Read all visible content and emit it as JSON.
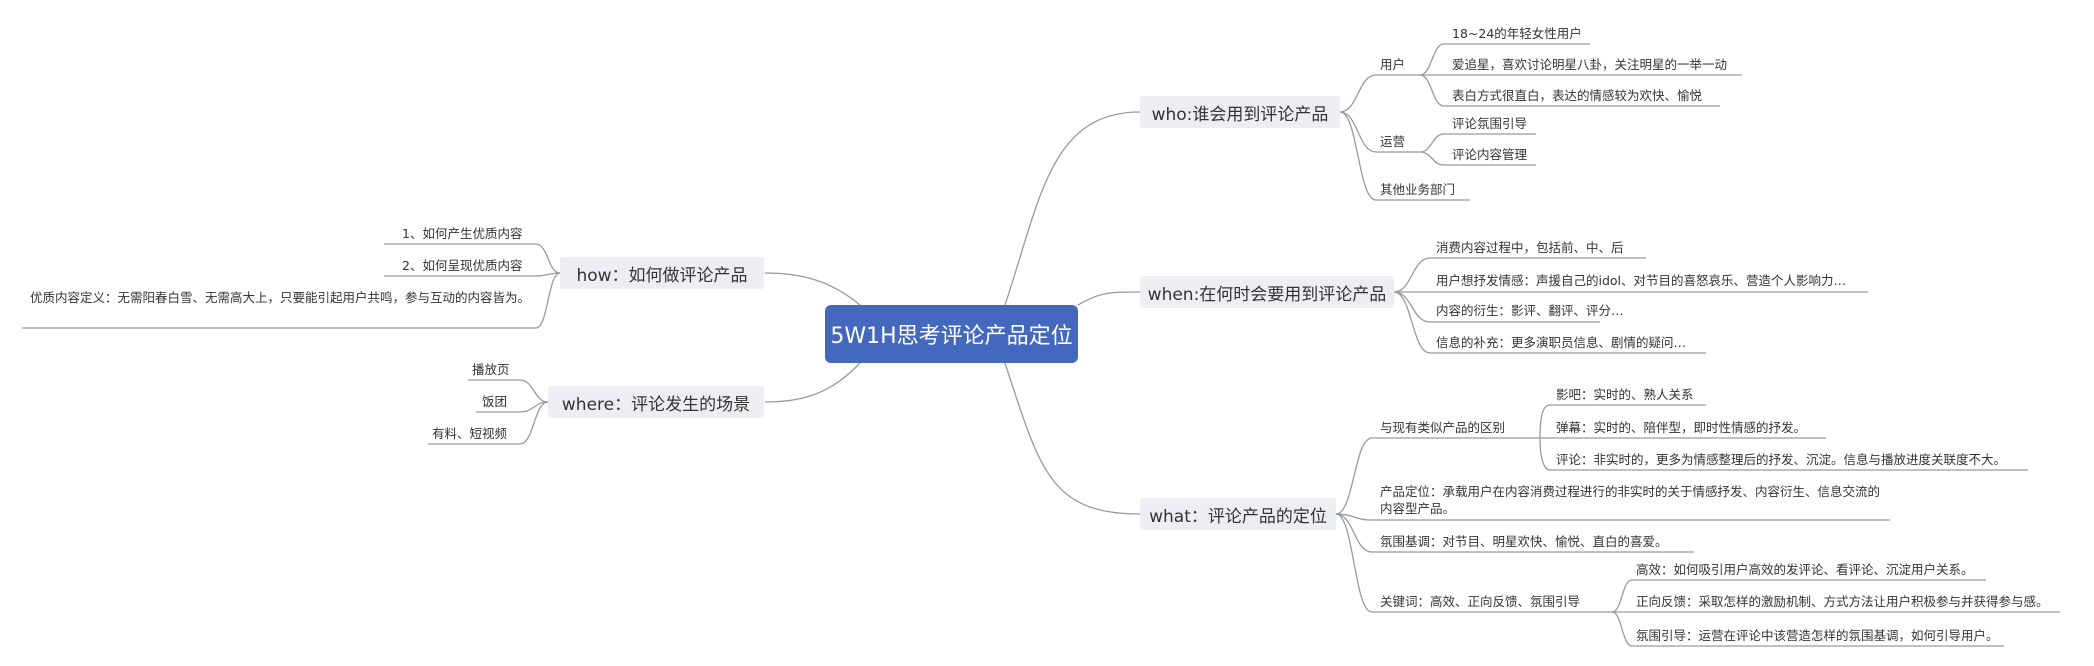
{
  "root": "5W1H思考评论产品定位",
  "branches": {
    "who": "who:谁会用到评论产品",
    "when": "when:在何时会要用到评论产品",
    "what": "what：评论产品的定位",
    "how": "how：如何做评论产品",
    "where": "where：评论发生的场景"
  },
  "who": {
    "users": "用户",
    "users_items": [
      "18~24的年轻女性用户",
      "爱追星，喜欢讨论明星八卦，关注明星的一举一动",
      "表白方式很直白，表达的情感较为欢快、愉悦"
    ],
    "ops": "运营",
    "ops_items": [
      "评论氛围引导",
      "评论内容管理"
    ],
    "other": "其他业务部门"
  },
  "when": {
    "items": [
      "消费内容过程中，包括前、中、后",
      "用户想抒发情感：声援自己的idol、对节目的喜怒哀乐、营造个人影响力…",
      "内容的衍生：影评、翻评、评分…",
      "信息的补充：更多演职员信息、剧情的疑问…"
    ]
  },
  "what": {
    "diff": "与现有类似产品的区别",
    "diff_items": [
      "影吧：实时的、熟人关系",
      "弹幕：实时的、陪伴型，即时性情感的抒发。",
      "评论：非实时的，更多为情感整理后的抒发、沉淀。信息与播放进度关联度不大。"
    ],
    "positioning": "产品定位：承载用户在内容消费过程进行的非实时的关于情感抒发、内容衍生、信息交流的内容型产品。",
    "tone": "氛围基调：对节目、明星欢快、愉悦、直白的喜爱。",
    "keywords": "关键词：高效、正向反馈、氛围引导",
    "keyword_items": [
      "高效：如何吸引用户高效的发评论、看评论、沉淀用户关系。",
      "正向反馈：采取怎样的激励机制、方式方法让用户积极参与并获得参与感。",
      "氛围引导：运营在评论中该营造怎样的氛围基调，如何引导用户。"
    ]
  },
  "how": {
    "items": [
      "1、如何产生优质内容",
      "2、如何呈现优质内容"
    ],
    "definition": "优质内容定义：无需阳春白雪、无需高大上，只要能引起用户共鸣，参与互动的内容皆为。"
  },
  "where": {
    "items": [
      "播放页",
      "饭团",
      "有料、短视频"
    ]
  },
  "colors": {
    "root_bg": "#4468bd",
    "branch_bg": "#eceef4",
    "line": "#9a9a9a"
  }
}
